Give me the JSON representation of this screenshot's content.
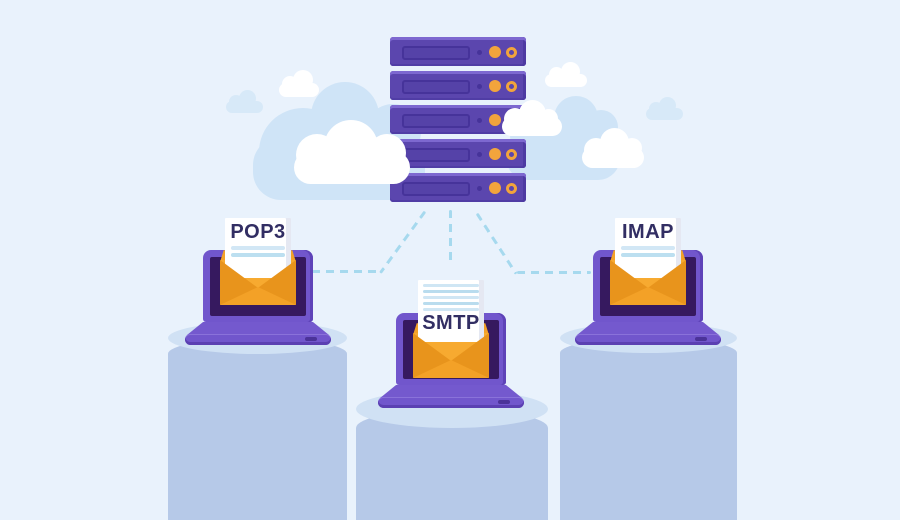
{
  "diagram": {
    "type": "email-protocols-illustration",
    "server": {
      "name": "mail-server",
      "units": 5
    },
    "protocols": [
      {
        "id": "pop3",
        "label": "POP3",
        "position": "left"
      },
      {
        "id": "smtp",
        "label": "SMTP",
        "position": "center"
      },
      {
        "id": "imap",
        "label": "IMAP",
        "position": "right"
      }
    ],
    "colors": {
      "background": "#e9f2fc",
      "server_body": "#5b46ae",
      "server_led": "#f2a43c",
      "laptop": "#7156cc",
      "screen": "#36195f",
      "envelope": "#f3a127",
      "paper": "#ffffff",
      "label_text": "#322e63",
      "pedestal": "#b6c9e8",
      "pedestal_top": "#d0e1f4",
      "cloud_blue": "#cfe4f7",
      "cloud_white": "#ffffff",
      "connector_dash": "#a6d9ee"
    }
  }
}
